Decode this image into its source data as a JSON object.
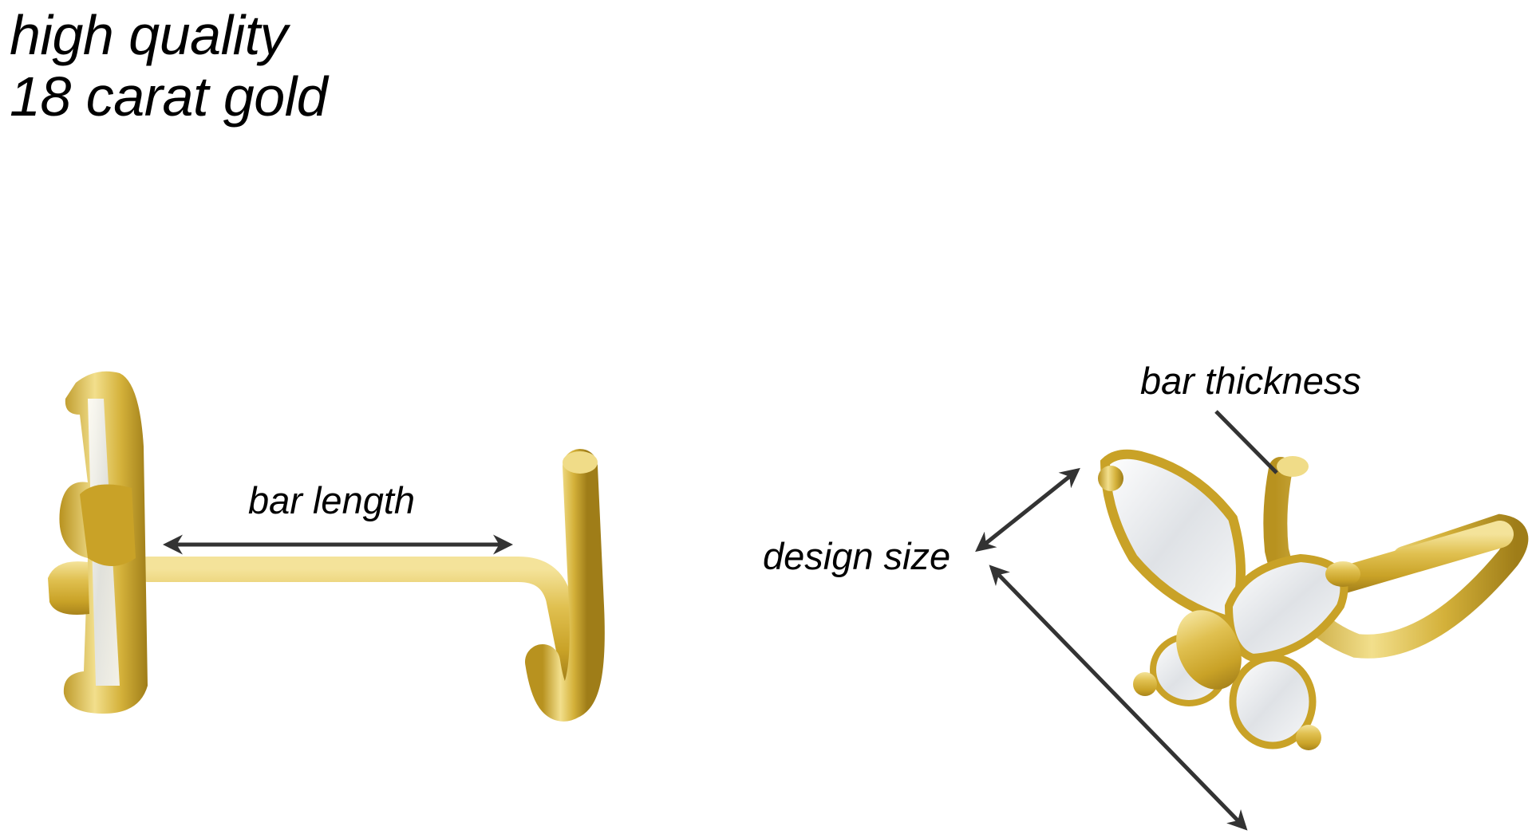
{
  "heading": {
    "line1": "high quality",
    "line2": "18 carat gold"
  },
  "annotations": {
    "bar_length": "bar length",
    "bar_thickness": "bar thickness",
    "design_size": "design size"
  },
  "products": [
    {
      "view": "side",
      "description": "gold nose stud with L-screw bar, side profile"
    },
    {
      "view": "angled",
      "description": "gold butterfly nose stud with clear stones, nose screw"
    }
  ],
  "colors": {
    "gold": "#d4b13a",
    "gold_light": "#f2df8c",
    "gold_dark": "#a8841c",
    "stone": "#e9ecef",
    "arrow": "#333333",
    "background": "#ffffff"
  }
}
